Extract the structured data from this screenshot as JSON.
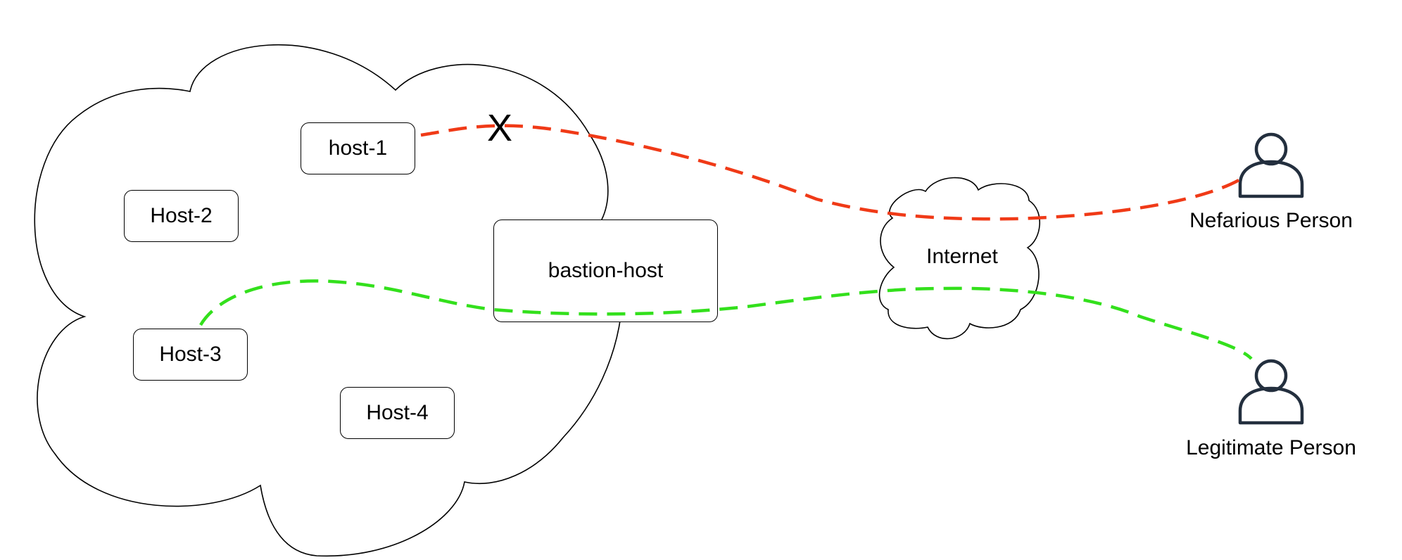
{
  "hosts": {
    "host1": "host-1",
    "host2": "Host-2",
    "host3": "Host-3",
    "host4": "Host-4",
    "bastion": "bastion-host"
  },
  "internet_label": "Internet",
  "people": {
    "nefarious": "Nefarious Person",
    "legitimate": "Legitimate Person"
  },
  "blocked_marker": "X",
  "colors": {
    "blocked_path": "#f03a17",
    "allowed_path": "#33e01c",
    "person_icon": "#232f3e",
    "outline": "#000000"
  },
  "icons": {
    "nefarious": "user-icon",
    "legitimate": "user-icon"
  }
}
